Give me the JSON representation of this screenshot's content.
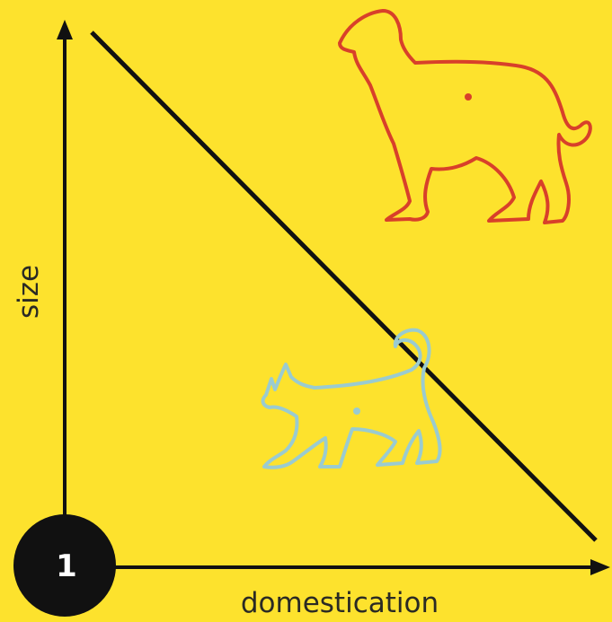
{
  "diagram": {
    "y_axis_label": "size",
    "x_axis_label": "domestication",
    "badge_number": "1",
    "figures": {
      "dog": {
        "icon": "dog-icon",
        "color": "#D8402A"
      },
      "cat": {
        "icon": "cat-icon",
        "color": "#9ACBD0"
      }
    },
    "colors": {
      "background": "#FDE22D",
      "ink": "#111111"
    }
  }
}
